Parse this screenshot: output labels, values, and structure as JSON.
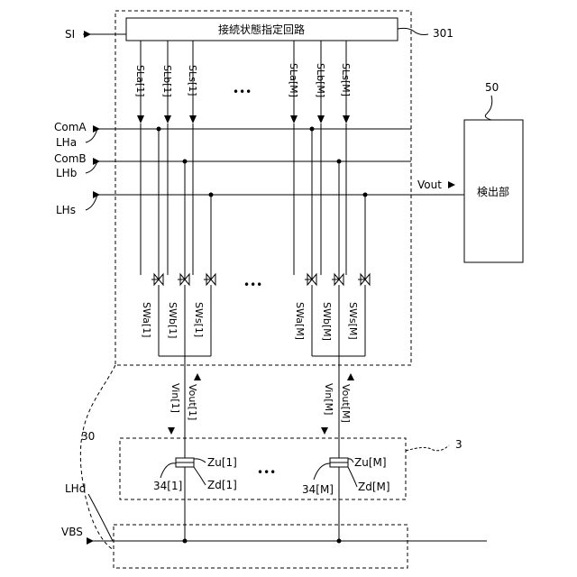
{
  "circuit_block": {
    "title": "接続状態指定回路",
    "ref": "301"
  },
  "input_signal": "SI",
  "left_lines": {
    "com_a": "ComA",
    "lha": "LHa",
    "com_b": "ComB",
    "lhb": "LHb",
    "lhs": "LHs",
    "lhd": "LHd",
    "vbs": "VBS"
  },
  "select_lines_1": [
    "SLa[1]",
    "SLb[1]",
    "SLs[1]"
  ],
  "select_lines_m": [
    "SLa[M]",
    "SLb[M]",
    "SLs[M]"
  ],
  "switches_1": [
    "SWa[1]",
    "SWb[1]",
    "SWs[1]"
  ],
  "switches_m": [
    "SWa[M]",
    "SWb[M]",
    "SWs[M]"
  ],
  "ellipsis": "•••",
  "detector": {
    "label": "検出部",
    "ref": "50",
    "input": "Vout"
  },
  "channel_1": {
    "vin": "Vin[1]",
    "vout": "Vout[1]",
    "zu": "Zu[1]",
    "zd": "Zd[1]",
    "element": "34[1]"
  },
  "channel_m": {
    "vin": "Vin[M]",
    "vout": "Vout[M]",
    "zu": "Zu[M]",
    "zd": "Zd[M]",
    "element": "34[M]"
  },
  "ref_30": "30",
  "ref_3": "3"
}
